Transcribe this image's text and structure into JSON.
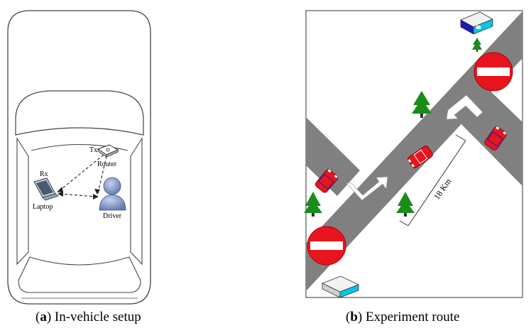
{
  "panel_a": {
    "labels": {
      "tx": "Tx",
      "router": "Router",
      "rx": "Rx",
      "laptop": "Laptop",
      "driver": "Driver"
    },
    "caption": {
      "letter": "a",
      "text": "In-vehicle setup"
    }
  },
  "panel_b": {
    "distance_label": "18 Km",
    "caption": {
      "letter": "b",
      "text": "Experiment route"
    }
  },
  "colors": {
    "road": "#808080",
    "car": "#e8141e",
    "no_entry": "#e8141e",
    "tree": "#1a8c1a",
    "building_top": "#1b1bb5",
    "building_side": "#00c8e6"
  }
}
